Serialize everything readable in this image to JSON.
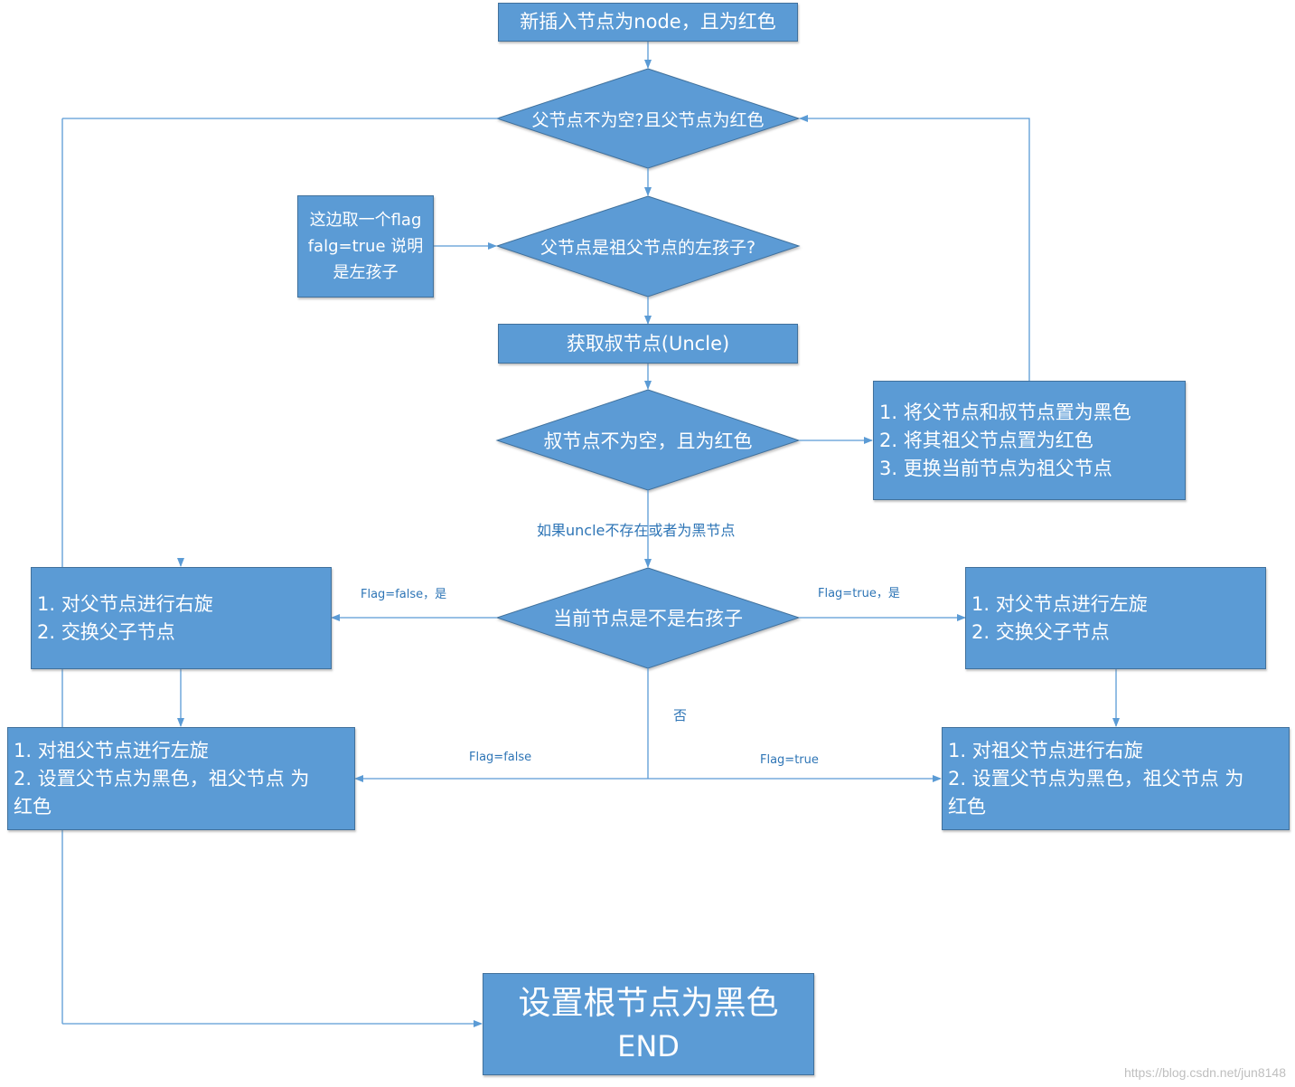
{
  "start_box": "新插入节点为node，且为红色",
  "decision_parent": "父节点不为空?且父节点为红色",
  "decision_left_child": "父节点是祖父节点的左孩子?",
  "note_box": [
    "这边取一个flag",
    "falg=true 说明",
    "是左孩子"
  ],
  "get_uncle": "获取叔节点(Uncle)",
  "decision_uncle": "叔节点不为空，且为红色",
  "uncle_red_steps": [
    "1. 将父节点和叔节点置为黑色",
    "2. 将其祖父节点置为红色",
    "3. 更换当前节点为祖父节点"
  ],
  "uncle_label": "如果uncle不存在或者为黑节点",
  "decision_right_child": "当前节点是不是右孩子",
  "label_left_yes": "Flag=false，是",
  "label_right_yes": "Flag=true，是",
  "label_no": "否",
  "label_flag_false": "Flag=false",
  "label_flag_true": "Flag=true",
  "left_rotate_parent": [
    "1. 对父节点进行右旋",
    "2. 交换父子节点"
  ],
  "right_rotate_parent": [
    "1. 对父节点进行左旋",
    "2. 交换父子节点"
  ],
  "left_grand": [
    "1. 对祖父节点进行左旋",
    "2. 设置父节点为黑色，祖父节点 为",
    "红色"
  ],
  "right_grand": [
    "1. 对祖父节点进行右旋",
    "2. 设置父节点为黑色，祖父节点 为",
    "红色"
  ],
  "end_box": [
    "设置根节点为黑色",
    "END"
  ],
  "watermark": "https://blog.csdn.net/jun8148",
  "colors": {
    "fill": "#5b9bd5",
    "border": "#41719c",
    "line": "#5b9bd5",
    "label": "#2e75b6"
  }
}
